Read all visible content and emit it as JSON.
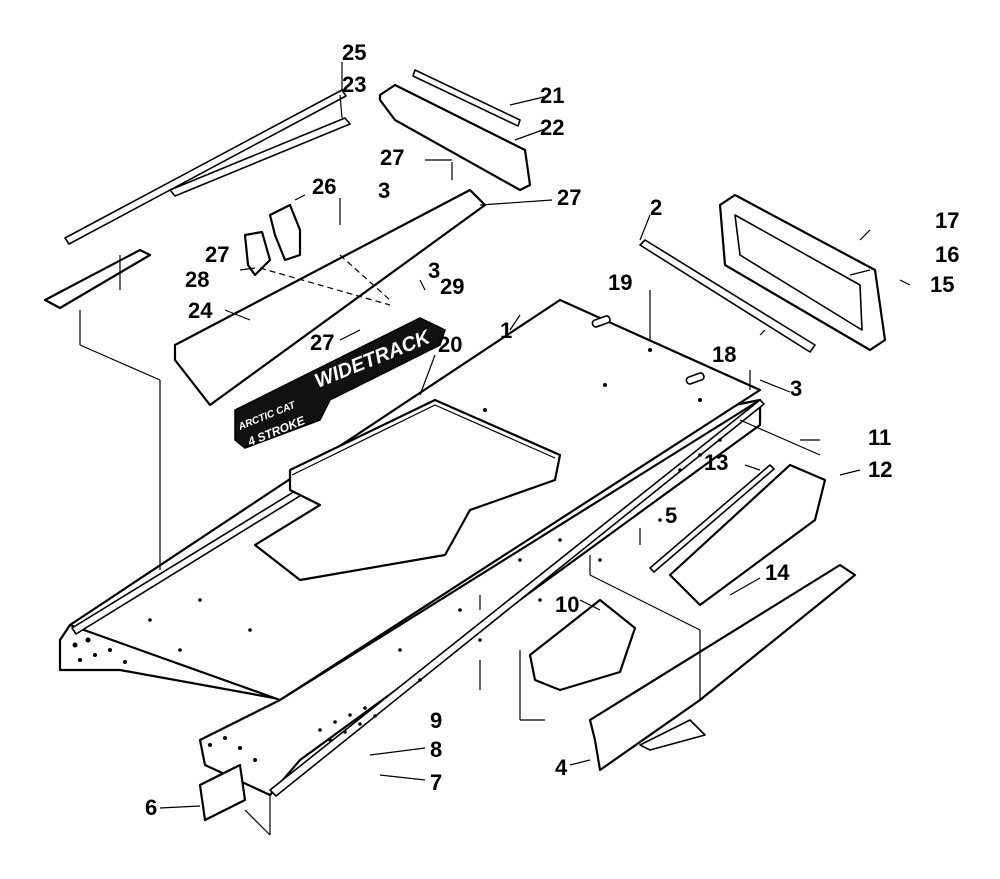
{
  "callouts": [
    {
      "id": "1",
      "label": "1"
    },
    {
      "id": "2",
      "label": "2"
    },
    {
      "id": "3a",
      "label": "3"
    },
    {
      "id": "3b",
      "label": "3"
    },
    {
      "id": "3c",
      "label": "3"
    },
    {
      "id": "4",
      "label": "4"
    },
    {
      "id": "5",
      "label": "5"
    },
    {
      "id": "6",
      "label": "6"
    },
    {
      "id": "7",
      "label": "7"
    },
    {
      "id": "8",
      "label": "8"
    },
    {
      "id": "9",
      "label": "9"
    },
    {
      "id": "10",
      "label": "10"
    },
    {
      "id": "11",
      "label": "11"
    },
    {
      "id": "12",
      "label": "12"
    },
    {
      "id": "13",
      "label": "13"
    },
    {
      "id": "14",
      "label": "14"
    },
    {
      "id": "15",
      "label": "15"
    },
    {
      "id": "16",
      "label": "16"
    },
    {
      "id": "17",
      "label": "17"
    },
    {
      "id": "18",
      "label": "18"
    },
    {
      "id": "19",
      "label": "19"
    },
    {
      "id": "20",
      "label": "20"
    },
    {
      "id": "21",
      "label": "21"
    },
    {
      "id": "22",
      "label": "22"
    },
    {
      "id": "23",
      "label": "23"
    },
    {
      "id": "24",
      "label": "24"
    },
    {
      "id": "25",
      "label": "25"
    },
    {
      "id": "26",
      "label": "26"
    },
    {
      "id": "27a",
      "label": "27"
    },
    {
      "id": "27b",
      "label": "27"
    },
    {
      "id": "27c",
      "label": "27"
    },
    {
      "id": "27d",
      "label": "27"
    },
    {
      "id": "28",
      "label": "28"
    },
    {
      "id": "29",
      "label": "29"
    }
  ],
  "decal": {
    "brand": "ARCTIC CAT",
    "model": "WIDETRACK",
    "engine": "4 STROKE"
  }
}
